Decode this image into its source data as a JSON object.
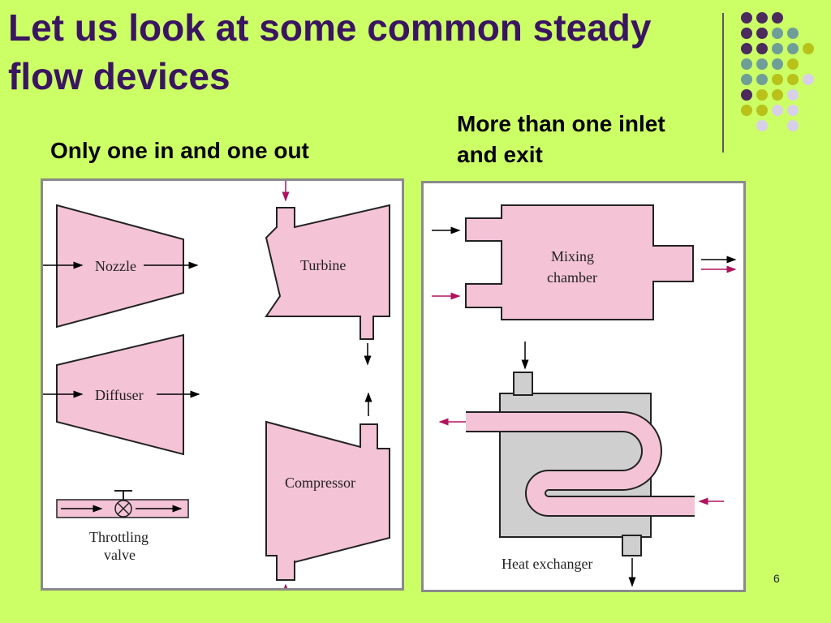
{
  "slide": {
    "title": "Let us look at some common steady flow devices",
    "subtitle_left": "Only one in and one out",
    "subtitle_right": "More than one inlet and exit",
    "page_number": "6"
  },
  "devices": {
    "nozzle": "Nozzle",
    "turbine": "Turbine",
    "diffuser": "Diffuser",
    "compressor": "Compressor",
    "throttling_line1": "Throttling",
    "throttling_line2": "valve",
    "mixing_line1": "Mixing",
    "mixing_line2": "chamber",
    "heat_exchanger": "Heat exchanger"
  },
  "colors": {
    "background": "#ccff66",
    "title": "#3a1560",
    "device_fill": "#f4c3d6",
    "exchanger_fill": "#cfcfcf",
    "arrow_black": "#000000",
    "arrow_magenta": "#b0135d",
    "dot_purple": "#4b2a5e",
    "dot_teal": "#6f9e98",
    "dot_olive": "#b8c21a",
    "dot_lavender": "#d8d0e8"
  }
}
